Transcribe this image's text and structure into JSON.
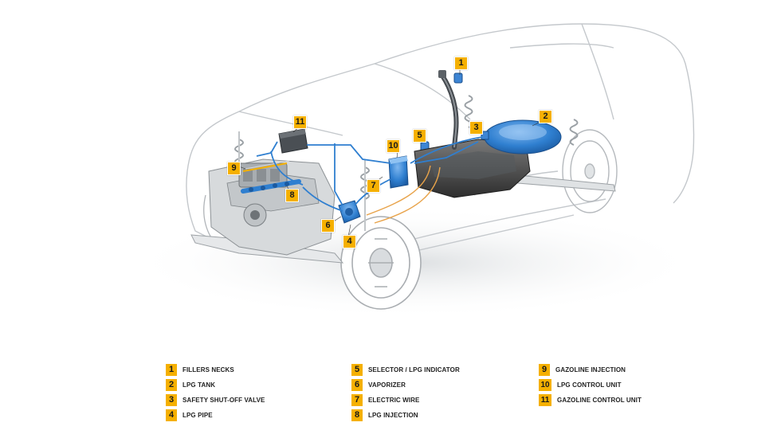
{
  "colors": {
    "callout": "#f5b000",
    "lpg_blue": "#2f7fd0",
    "pipe_orange": "#e8a34a",
    "body_outline": "#c4c8cc"
  },
  "callouts": [
    "1",
    "2",
    "3",
    "4",
    "5",
    "6",
    "7",
    "8",
    "9",
    "10",
    "11"
  ],
  "legend": [
    {
      "num": "1",
      "label": "FILLERS NECKS"
    },
    {
      "num": "2",
      "label": "LPG TANK"
    },
    {
      "num": "3",
      "label": "SAFETY SHUT-OFF VALVE"
    },
    {
      "num": "4",
      "label": "LPG PIPE"
    },
    {
      "num": "5",
      "label": "SELECTOR / LPG INDICATOR"
    },
    {
      "num": "6",
      "label": "VAPORIZER"
    },
    {
      "num": "7",
      "label": "ELECTRIC WIRE"
    },
    {
      "num": "8",
      "label": "LPG INJECTION"
    },
    {
      "num": "9",
      "label": "GAZOLINE INJECTION"
    },
    {
      "num": "10",
      "label": "LPG CONTROL UNIT"
    },
    {
      "num": "11",
      "label": "GAZOLINE CONTROL UNIT"
    }
  ]
}
